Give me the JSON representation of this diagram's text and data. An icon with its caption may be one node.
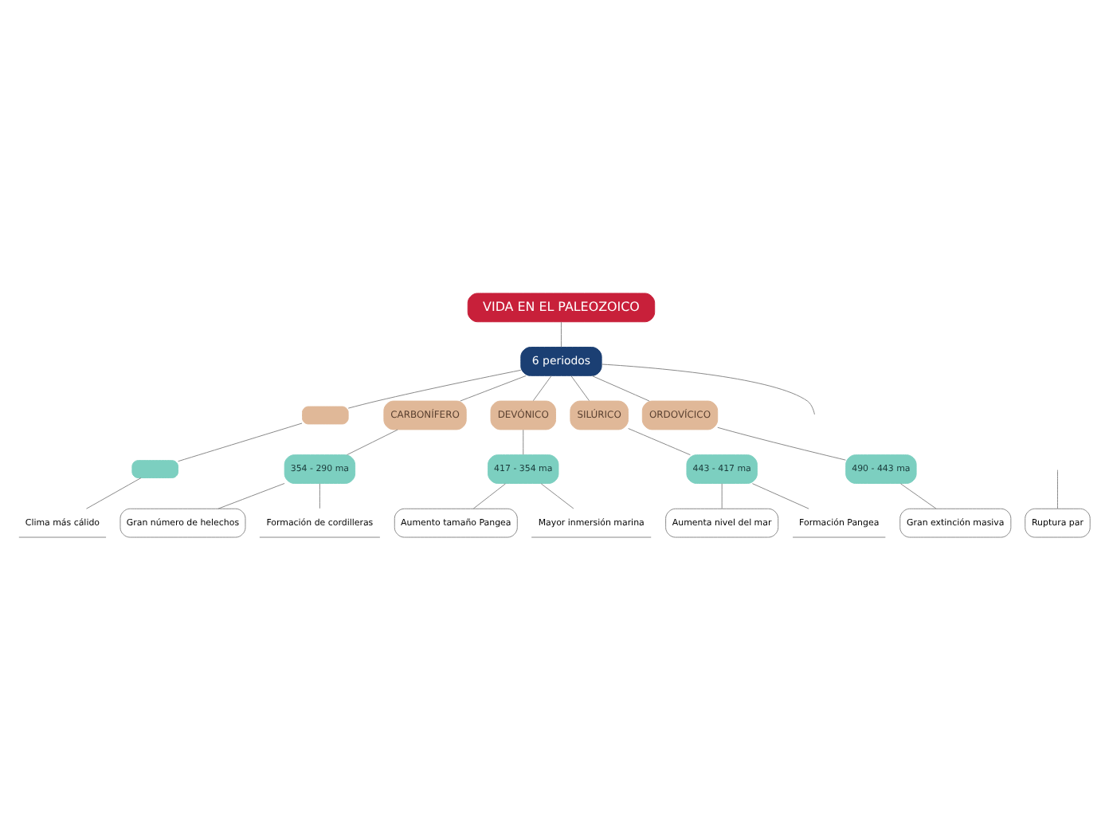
{
  "diagram": {
    "nodes": [
      {
        "text": [
          "VIDA EN EL PALEOZOICO"
        ]
      },
      {
        "text": [
          "6 periodos"
        ]
      },
      {
        "text": [],
        "shape": "box"
      },
      {
        "text": [
          "CARBONÍFERO"
        ]
      },
      {
        "text": [
          "DEVÓNICO"
        ]
      },
      {
        "text": [
          "SILÚRICO"
        ]
      },
      {
        "text": [
          "ORDOVÍCICO"
        ]
      },
      {
        "text": [],
        "shape": "box"
      },
      {
        "text": [
          "354 - 290 ma"
        ]
      },
      {
        "text": [
          "417 - 354 ma"
        ]
      },
      {
        "text": [
          "443 - 417 ma"
        ]
      },
      {
        "text": [
          "490 - 443 ma"
        ]
      },
      {
        "text": [
          "Clima más cálido"
        ]
      },
      {
        "text": [
          "Gran número de helechos"
        ]
      },
      {
        "text": [
          "Formación de cordilleras"
        ]
      },
      {
        "text": [
          "Aumento tamaño Pangea"
        ]
      },
      {
        "text": [
          "Mayor inmersión marina"
        ]
      },
      {
        "text": [
          "Aumenta nivel del mar"
        ]
      },
      {
        "text": [
          "Formación Pangea"
        ]
      },
      {
        "text": [
          "Gran extinción masiva"
        ]
      },
      {
        "text": [
          "Ruptura par"
        ]
      }
    ],
    "edges": [
      {
        "from": 0,
        "to": 1,
        "arrow": "none"
      },
      {
        "from": 1,
        "to": 2,
        "arrow": "none"
      },
      {
        "from": 1,
        "to": 3,
        "arrow": "none"
      },
      {
        "from": 1,
        "to": 4,
        "arrow": "none"
      },
      {
        "from": 1,
        "to": 5,
        "arrow": "none"
      },
      {
        "from": 1,
        "to": 6,
        "arrow": "none"
      },
      {
        "from": 1,
        "to": null,
        "arrow": "none"
      },
      {
        "from": 2,
        "to": 7,
        "arrow": "none"
      },
      {
        "from": 3,
        "to": 8,
        "arrow": "none"
      },
      {
        "from": 4,
        "to": 9,
        "arrow": "none"
      },
      {
        "from": 5,
        "to": 10,
        "arrow": "none"
      },
      {
        "from": 6,
        "to": 11,
        "arrow": "none"
      },
      {
        "from": 7,
        "to": 12,
        "arrow": "none"
      },
      {
        "from": 8,
        "to": 13,
        "arrow": "none"
      },
      {
        "from": 8,
        "to": 14,
        "arrow": "none"
      },
      {
        "from": 9,
        "to": 15,
        "arrow": "none"
      },
      {
        "from": 9,
        "to": 16,
        "arrow": "none"
      },
      {
        "from": 10,
        "to": 17,
        "arrow": "none"
      },
      {
        "from": 10,
        "to": 18,
        "arrow": "none"
      },
      {
        "from": 11,
        "to": 19,
        "arrow": "none"
      },
      {
        "from": null,
        "to": 20,
        "arrow": "none"
      }
    ]
  }
}
